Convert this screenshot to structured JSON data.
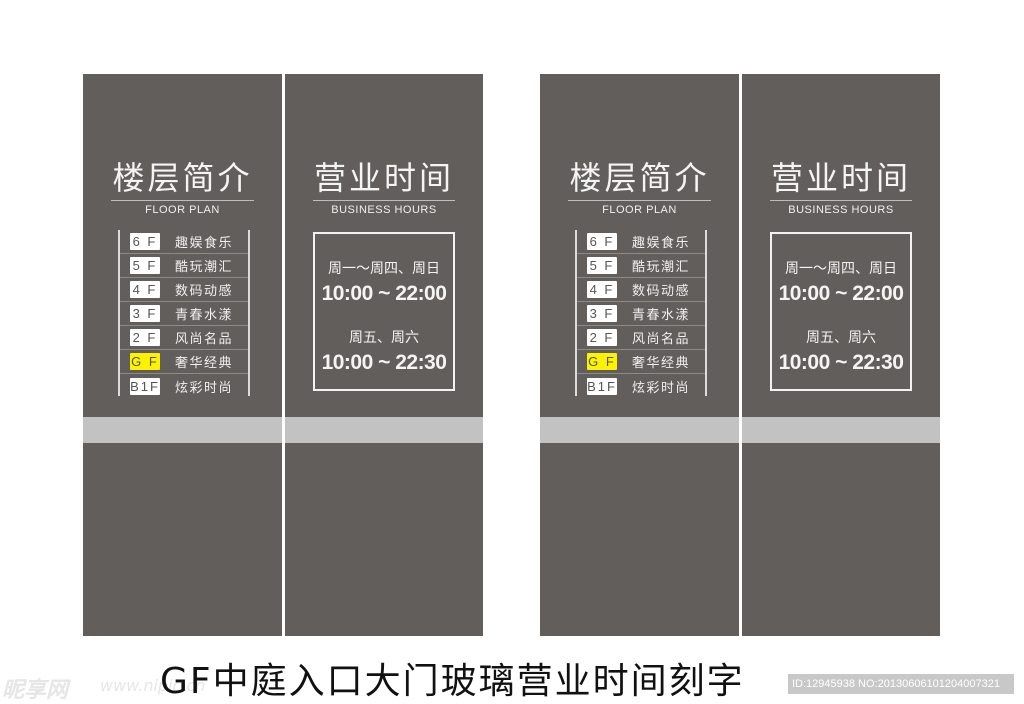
{
  "signs": [
    {
      "floor_panel": {
        "title": "楼层简介",
        "subtitle": "FLOOR PLAN",
        "floors": [
          {
            "level": "6 F",
            "name": "趣娱食乐",
            "highlight": false
          },
          {
            "level": "5 F",
            "name": "酷玩潮汇",
            "highlight": false
          },
          {
            "level": "4 F",
            "name": "数码动感",
            "highlight": false
          },
          {
            "level": "3 F",
            "name": "青春水漾",
            "highlight": false
          },
          {
            "level": "2 F",
            "name": "风尚名品",
            "highlight": false
          },
          {
            "level": "G F",
            "name": "奢华经典",
            "highlight": true
          },
          {
            "level": "B1F",
            "name": "炫彩时尚",
            "highlight": false
          }
        ]
      },
      "hours_panel": {
        "title": "营业时间",
        "subtitle": "BUSINESS HOURS",
        "schedule": [
          {
            "days": "周一～周四、周日",
            "time": "10:00 ~ 22:00"
          },
          {
            "days": "周五、周六",
            "time": "10:00 ~ 22:30"
          }
        ]
      }
    },
    {
      "floor_panel": {
        "title": "楼层简介",
        "subtitle": "FLOOR PLAN",
        "floors": [
          {
            "level": "6 F",
            "name": "趣娱食乐",
            "highlight": false
          },
          {
            "level": "5 F",
            "name": "酷玩潮汇",
            "highlight": false
          },
          {
            "level": "4 F",
            "name": "数码动感",
            "highlight": false
          },
          {
            "level": "3 F",
            "name": "青春水漾",
            "highlight": false
          },
          {
            "level": "2 F",
            "name": "风尚名品",
            "highlight": false
          },
          {
            "level": "G F",
            "name": "奢华经典",
            "highlight": true
          },
          {
            "level": "B1F",
            "name": "炫彩时尚",
            "highlight": false
          }
        ]
      },
      "hours_panel": {
        "title": "营业时间",
        "subtitle": "BUSINESS HOURS",
        "schedule": [
          {
            "days": "周一～周四、周日",
            "time": "10:00 ~ 22:00"
          },
          {
            "days": "周五、周六",
            "time": "10:00 ~ 22:30"
          }
        ]
      }
    }
  ],
  "caption": "GF中庭入口大门玻璃营业时间刻字",
  "watermark": {
    "logo": "昵享网",
    "url": "www.nipic.cn"
  },
  "id_bar": "ID:12945938 NO:20130606101204007321",
  "colors": {
    "panel": "#625e5c",
    "band": "#c2c2c2",
    "highlight": "#fff200"
  }
}
